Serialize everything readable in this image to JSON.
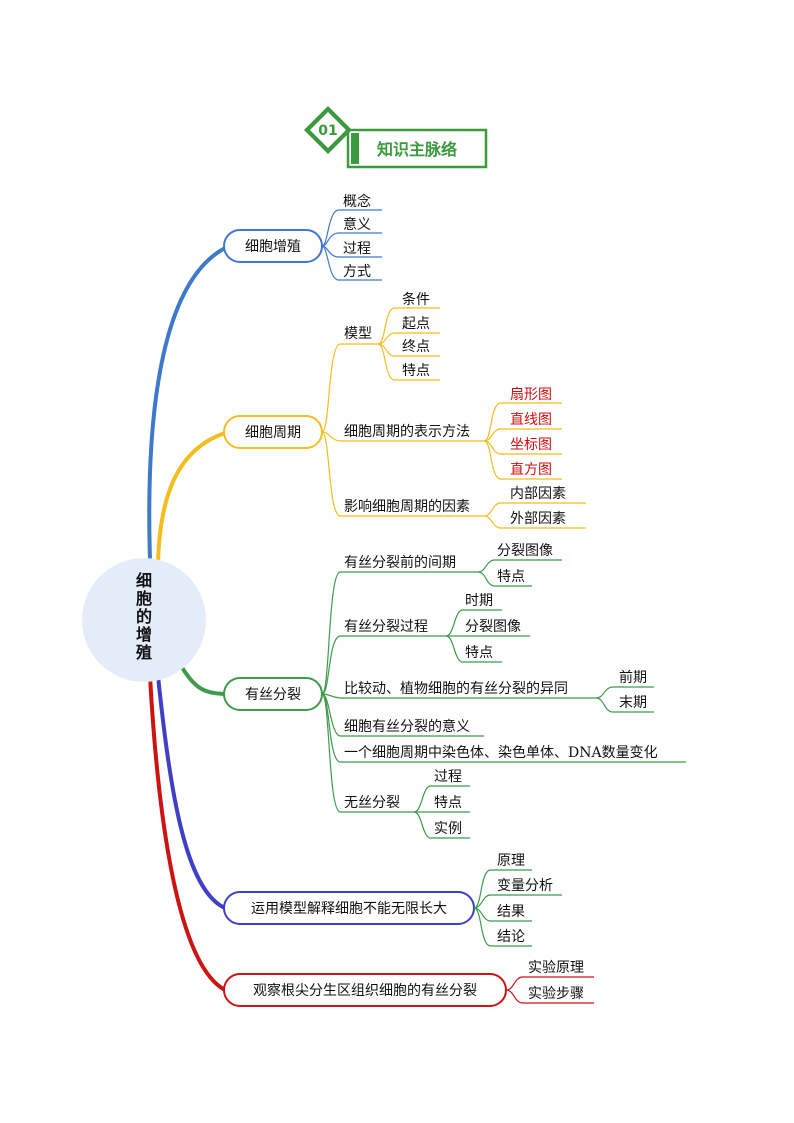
{
  "header": {
    "number": "01",
    "title": "知识主脉络"
  },
  "root": {
    "label_lines": [
      "细",
      "胞",
      "的",
      "增",
      "殖"
    ]
  },
  "colors": {
    "green_header": "#3a9a3d",
    "blue": "#3f79c9",
    "yellow": "#f2be1e",
    "green": "#3f9a4c",
    "indigo": "#3f3fc8",
    "red": "#cc1414",
    "leaf_line": "#3f9a4c",
    "red_text": "#d01010",
    "root_fill": "#e3ecf8"
  },
  "branches": {
    "b1": {
      "label": "细胞增殖",
      "children": [
        "概念",
        "意义",
        "过程",
        "方式"
      ]
    },
    "b2": {
      "label": "细胞周期",
      "model": {
        "label": "模型",
        "children": [
          "条件",
          "起点",
          "终点",
          "特点"
        ]
      },
      "repr": {
        "label": "细胞周期的表示方法",
        "children": [
          "扇形图",
          "直线图",
          "坐标图",
          "直方图"
        ]
      },
      "factors": {
        "label": "影响细胞周期的因素",
        "children": [
          "内部因素",
          "外部因素"
        ]
      }
    },
    "b3": {
      "label": "有丝分裂",
      "interphase": {
        "label": "有丝分裂前的间期",
        "children": [
          "分裂图像",
          "特点"
        ]
      },
      "process": {
        "label": "有丝分裂过程",
        "children": [
          "时期",
          "分裂图像",
          "特点"
        ]
      },
      "compare": {
        "label": "比较动、植物细胞的有丝分裂的异同",
        "children": [
          "前期",
          "末期"
        ]
      },
      "meaning": {
        "label": "细胞有丝分裂的意义"
      },
      "dna": {
        "label": "一个细胞周期中染色体、染色单体、DNA数量变化"
      },
      "amitosis": {
        "label": "无丝分裂",
        "children": [
          "过程",
          "特点",
          "实例"
        ]
      }
    },
    "b4": {
      "label": "运用模型解释细胞不能无限长大",
      "children": [
        "原理",
        "变量分析",
        "结果",
        "结论"
      ]
    },
    "b5": {
      "label": "观察根尖分生区组织细胞的有丝分裂",
      "children": [
        "实验原理",
        "实验步骤"
      ]
    }
  }
}
